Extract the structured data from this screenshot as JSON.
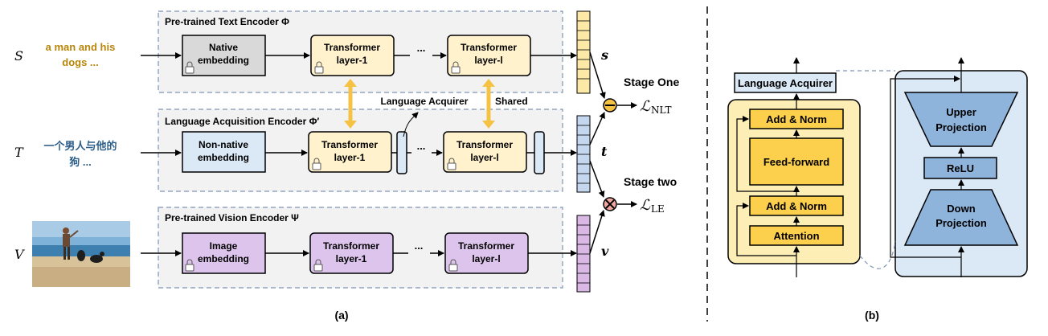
{
  "panel_a": {
    "caption": "(a)",
    "inputs": {
      "S": {
        "symbol": "S",
        "text_line1": "a man and his",
        "text_line2": "dogs ..."
      },
      "T": {
        "symbol": "T",
        "text_line1": "一个男人与他的",
        "text_line2": "狗 ..."
      },
      "V": {
        "symbol": "V"
      }
    },
    "text_encoder": {
      "title": "Pre-trained Text Encoder Φ",
      "embed_line1": "Native",
      "embed_line2": "embedding",
      "layer1_line1": "Transformer",
      "layer1_line2": "layer-1",
      "layerl_line1": "Transformer",
      "layerl_line2": "layer-l",
      "ellipsis": "...",
      "output": "s"
    },
    "lang_encoder": {
      "title": "Language Acquisition Encoder Φ′",
      "embed_line1": "Non-native",
      "embed_line2": "embedding",
      "layer1_line1": "Transformer",
      "layer1_line2": "layer-1",
      "layerl_line1": "Transformer",
      "layerl_line2": "layer-l",
      "ellipsis": "...",
      "output": "t"
    },
    "vision_encoder": {
      "title": "Pre-trained Vision Encoder Ψ",
      "embed_line1": "Image",
      "embed_line2": "embedding",
      "layer1_line1": "Transformer",
      "layer1_line2": "layer-1",
      "layerl_line1": "Transformer",
      "layerl_line2": "layer-l",
      "ellipsis": "...",
      "output": "v"
    },
    "labels": {
      "language_acquirer": "Language Acquirer",
      "shared": "Shared",
      "stage_one": "Stage One",
      "stage_two": "Stage two",
      "loss_nlt_main": "ℒ",
      "loss_nlt_sub": "NLT",
      "loss_le_main": "ℒ",
      "loss_le_sub": "LE"
    }
  },
  "panel_b": {
    "caption": "(b)",
    "language_acquirer": "Language Acquirer",
    "add_norm_top": "Add & Norm",
    "feed_forward": "Feed-forward",
    "add_norm_bottom": "Add & Norm",
    "attention": "Attention",
    "upper_projection_line1": "Upper",
    "upper_projection_line2": "Projection",
    "relu": "ReLU",
    "down_projection_line1": "Down",
    "down_projection_line2": "Projection"
  },
  "colors": {
    "native_embed": "#d9d9d9",
    "nonnative_embed": "#dbe9f7",
    "image_embed": "#dcc4ec",
    "transformer": "#fff2cc",
    "text_vector": "#fce9a8",
    "lang_vector": "#c5d7ef",
    "vision_vector": "#d9b8e6",
    "block_bg": "#fdeeb6",
    "block_inner": "#fccf4d",
    "acquirer_bg": "#dbe8f5",
    "projection": "#8fb4dc",
    "caption_text_color": "#b8860b",
    "chinese_text_color": "#2e5f8a"
  }
}
